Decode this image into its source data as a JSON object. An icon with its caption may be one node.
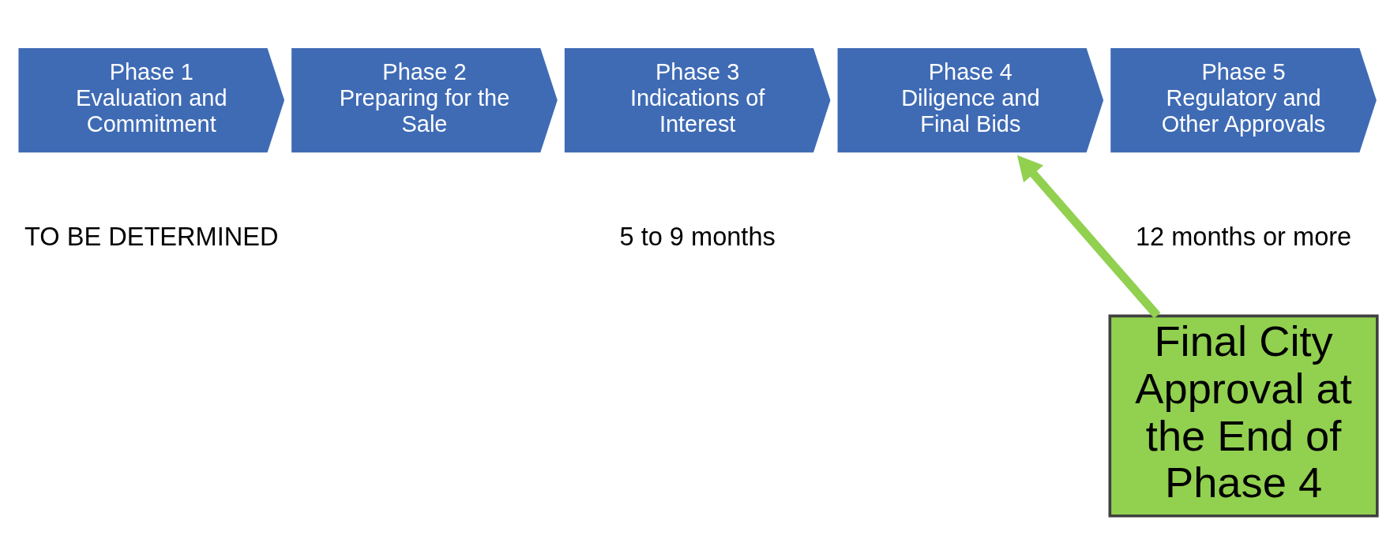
{
  "diagram": {
    "nodes": [
      {
        "text": [
          "Phase 1",
          "Evaluation and Commitment"
        ]
      },
      {
        "text": [
          "Phase 2",
          "Preparing for the Sale"
        ]
      },
      {
        "text": [
          "Phase 3",
          "Indications of Interest"
        ]
      },
      {
        "text": [
          "Phase 4",
          "Diligence and Final Bids"
        ]
      },
      {
        "text": [
          "Phase 5",
          "Regulatory and Other Approvals"
        ]
      },
      {
        "text": [
          "Final City Approval at the End of Phase 4"
        ]
      }
    ],
    "edges": [
      {
        "from": 5,
        "to": 3,
        "arrow": "to"
      }
    ],
    "labels": [
      "TO BE DETERMINED",
      "5 to 9 months",
      "12 months or more"
    ]
  }
}
